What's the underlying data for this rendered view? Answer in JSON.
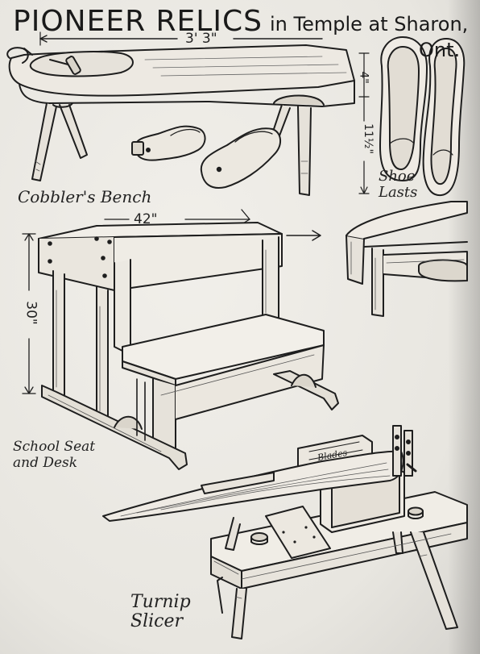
{
  "title": {
    "main": "PIONEER RELICS",
    "sub": "in Temple at Sharon,",
    "sub2": "Ont."
  },
  "labels": {
    "cobblers_bench": "Cobbler's Bench",
    "shoe_lasts_1": "Shoe",
    "shoe_lasts_2": "Lasts",
    "school_seat_1": "School Seat",
    "school_seat_2": "and Desk",
    "turnip_1": "Turnip",
    "turnip_2": "Slicer",
    "blades": "Blades"
  },
  "dimensions": {
    "bench_length": "3' 3\"",
    "last_width": "4\"",
    "last_length": "11½\"",
    "desk_width": "42\"",
    "desk_height": "30\""
  }
}
